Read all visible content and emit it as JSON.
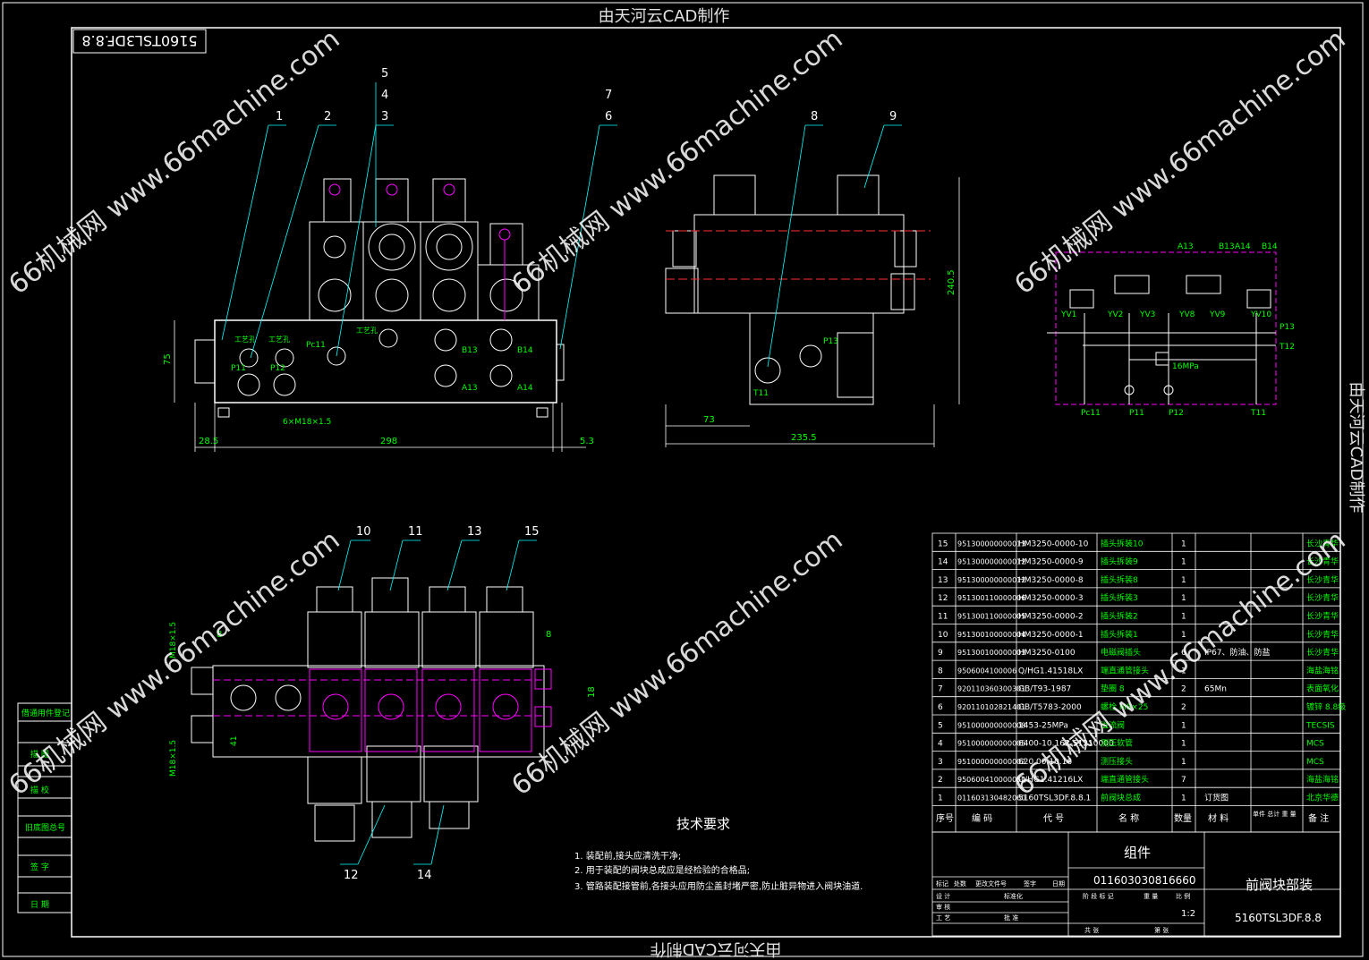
{
  "title_top": "由天河云CAD制作",
  "title_bottom": "由天河云CAD制作",
  "title_right": "由天河云CAD制作",
  "corner_code": "5160TSL3DF.8.8",
  "watermark": "66机械网 www.66machine.com",
  "balloons": [
    "1",
    "2",
    "3",
    "4",
    "5",
    "6",
    "7",
    "8",
    "9",
    "10",
    "11",
    "12",
    "13",
    "14",
    "15"
  ],
  "front_view": {
    "dim_height": "75",
    "dim_left": "28.5",
    "dim_length": "298",
    "dim_right": "5.3",
    "ports": [
      "P11",
      "P12",
      "Pc11",
      "B13",
      "B14",
      "A13",
      "A14"
    ],
    "process_labels": [
      "工艺孔",
      "工艺孔",
      "工艺孔"
    ],
    "thread_note": "6×M18×1.5"
  },
  "side_view": {
    "dim_height": "240.5",
    "dim_offset": "73",
    "dim_width": "235.5",
    "ports": [
      "P13",
      "T11"
    ]
  },
  "schematic": {
    "top_labels": [
      "A13",
      "B13",
      "A14",
      "B14"
    ],
    "valves": [
      "YV1",
      "YV2",
      "YV3",
      "YV8",
      "YV9",
      "YV10"
    ],
    "side_ports": [
      "P13",
      "T12"
    ],
    "pressure": "16MPa",
    "bottom_ports": [
      "Pc11",
      "P11",
      "P12",
      "T11"
    ]
  },
  "top_view": {
    "dims": [
      "8",
      "M18×1.5",
      "41",
      "M18×1.5",
      "8",
      "18"
    ]
  },
  "tech_requirements": {
    "title": "技术要求",
    "items": [
      "1. 装配前,接头应清洗干净;",
      "2. 用于装配的阀块总成应是经检验的合格品;",
      "3. 管路装配接管前,各接头应用防尘盖封堵严密,防止脏异物进入阀块油道."
    ]
  },
  "bom": {
    "rows": [
      [
        "15",
        "951300000000013",
        "HM3250-0000-10",
        "插头拆装10",
        "1",
        "",
        "",
        "长沙青华"
      ],
      [
        "14",
        "951300000000012",
        "HM3250-0000-9",
        "插头拆装9",
        "1",
        "",
        "",
        "长沙青华"
      ],
      [
        "13",
        "951300000000012",
        "HM3250-0000-8",
        "插头拆装8",
        "1",
        "",
        "",
        "长沙青华"
      ],
      [
        "12",
        "951300110000006",
        "HM3250-0000-3",
        "插头拆装3",
        "1",
        "",
        "",
        "长沙青华"
      ],
      [
        "11",
        "951300110000005",
        "HM3250-0000-2",
        "插头拆装2",
        "1",
        "",
        "",
        "长沙青华"
      ],
      [
        "10",
        "951300100000004",
        "HM3250-0000-1",
        "插头拆装1",
        "1",
        "",
        "",
        "长沙青华"
      ],
      [
        "9",
        "951300100000003",
        "HM3250-0100",
        "电磁阀插头",
        "6",
        "IP67、防油、防盐",
        "",
        "长沙青华"
      ],
      [
        "8",
        "9506004100006",
        "Q/HG1.41518LX",
        "端直通管接头",
        "1",
        "",
        "",
        "海盐海铭"
      ],
      [
        "7",
        "920110360300301",
        "GB/T93-1987",
        "垫圈 8",
        "2",
        "65Mn",
        "",
        "表面氧化"
      ],
      [
        "6",
        "920110102821401",
        "GB/T5783-2000",
        "螺栓 M8×25",
        "2",
        "",
        "",
        "镀锌 8.8级"
      ],
      [
        "5",
        "951000000000008",
        "1453-25MPa",
        "溢流阀",
        "1",
        "",
        "",
        "TECSIS"
      ],
      [
        "4",
        "951000000000005",
        "6400-10.162-51210000",
        "测压软管",
        "1",
        "",
        "",
        "MCS"
      ],
      [
        "3",
        "951000000000002",
        "620.00.10.16",
        "测压接头",
        "1",
        "",
        "",
        "MCS"
      ],
      [
        "2",
        "950600410000050",
        "Q/HG1.41216LX",
        "端直通管接头",
        "7",
        "",
        "",
        "海盐海铭"
      ],
      [
        "1",
        "011603130482060",
        "5160TSL3DF.8.8.1",
        "前阀块总成",
        "1",
        "订货图",
        "",
        "北京华德"
      ]
    ],
    "header": [
      "序号",
      "编 码",
      "代 号",
      "名 称",
      "数量",
      "材 料",
      "单件 总计 重 量",
      "备 注"
    ]
  },
  "title_block": {
    "group": "组件",
    "code": "011603030816660",
    "name": "前阀块部装",
    "drawing_no": "5160TSL3DF.8.8",
    "scale": "1:2",
    "row_labels": [
      "标记",
      "处数",
      "更改文件号",
      "签字",
      "日期"
    ],
    "sign_labels": [
      "设 计",
      "标准化",
      "审 核",
      "工 艺",
      "批 准",
      "阶 段 标 记",
      "重 量",
      "比 例",
      "共 张",
      "第 张"
    ]
  },
  "left_stamp": [
    "借通用件登记",
    "描 图",
    "描 校",
    "旧底图总号",
    "签 字",
    "日 期"
  ]
}
